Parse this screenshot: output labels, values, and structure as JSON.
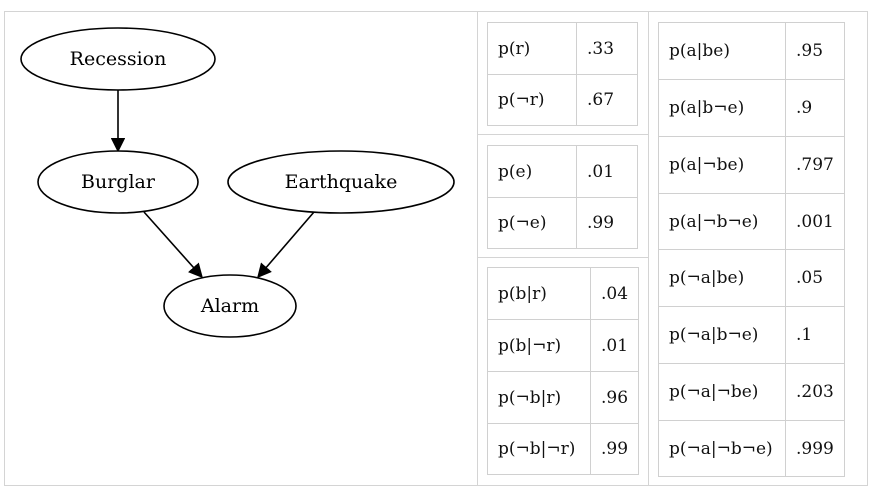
{
  "graph": {
    "nodes": {
      "recession": "Recession",
      "burglar": "Burglar",
      "earthquake": "Earthquake",
      "alarm": "Alarm"
    },
    "edges": [
      {
        "from": "recession",
        "to": "burglar"
      },
      {
        "from": "burglar",
        "to": "alarm"
      },
      {
        "from": "earthquake",
        "to": "alarm"
      }
    ]
  },
  "tables": {
    "recession": [
      {
        "label": "p(r)",
        "value": ".33"
      },
      {
        "label": "p(¬r)",
        "value": ".67"
      }
    ],
    "earthquake": [
      {
        "label": "p(e)",
        "value": ".01"
      },
      {
        "label": "p(¬e)",
        "value": ".99"
      }
    ],
    "burglar": [
      {
        "label": "p(b|r)",
        "value": ".04"
      },
      {
        "label": "p(b|¬r)",
        "value": ".01"
      },
      {
        "label": "p(¬b|r)",
        "value": ".96"
      },
      {
        "label": "p(¬b|¬r)",
        "value": ".99"
      }
    ],
    "alarm": [
      {
        "label": "p(a|be)",
        "value": ".95"
      },
      {
        "label": "p(a|b¬e)",
        "value": ".9"
      },
      {
        "label": "p(a|¬be)",
        "value": ".797"
      },
      {
        "label": "p(a|¬b¬e)",
        "value": ".001"
      },
      {
        "label": "p(¬a|be)",
        "value": ".05"
      },
      {
        "label": "p(¬a|b¬e)",
        "value": ".1"
      },
      {
        "label": "p(¬a|¬be)",
        "value": ".203"
      },
      {
        "label": "p(¬a|¬b¬e)",
        "value": ".999"
      }
    ]
  }
}
